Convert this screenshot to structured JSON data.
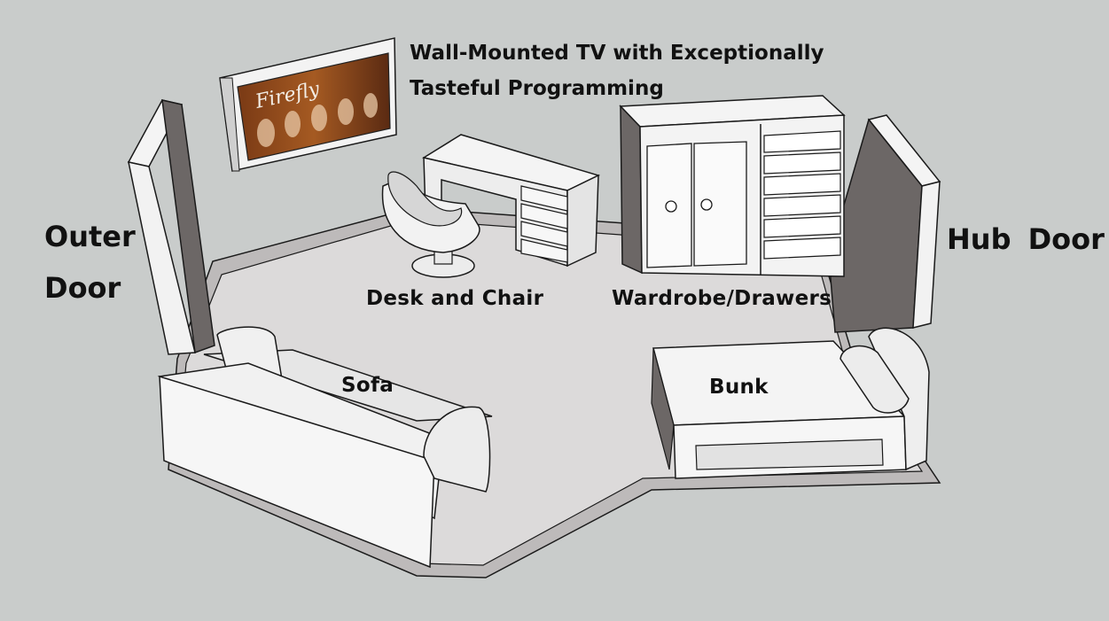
{
  "labels": {
    "tv_line1": "Wall-Mounted TV with Exceptionally",
    "tv_line2": "Tasteful Programming",
    "desk": "Desk and Chair",
    "wardrobe": "Wardrobe/Drawers",
    "outer_door_line1": "Outer",
    "outer_door_line2": "Door",
    "hub_door_line1": "Hub",
    "hub_door_line2": "Door",
    "sofa": "Sofa",
    "bunk": "Bunk"
  },
  "tv_screen_logo": "Firefly",
  "colors": {
    "background": "#c9cccb",
    "floor": "#dcdada",
    "floor_edge": "#bdbaba",
    "wall_light": "#f2f2f2",
    "wall_shadow": "#6c6766",
    "furniture": "#f4f4f4",
    "outline": "#1a1a1a"
  }
}
